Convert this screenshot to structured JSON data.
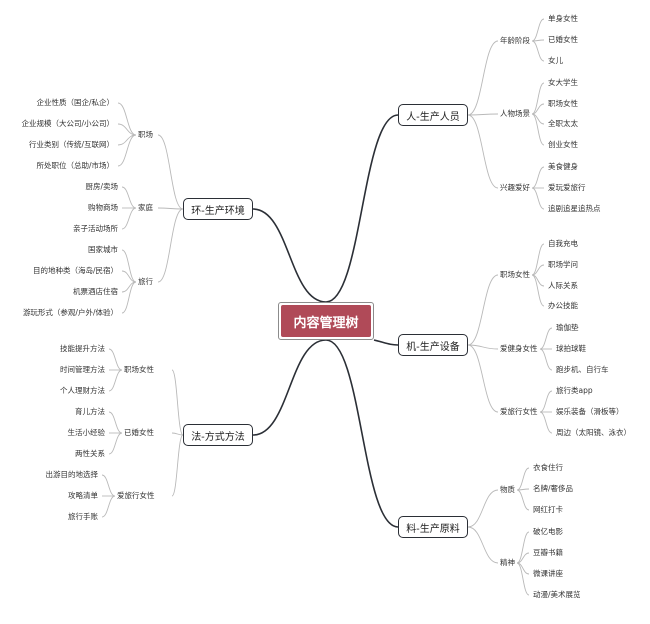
{
  "root": {
    "label": "内容管理树"
  },
  "branches": {
    "people": {
      "label": "人-生产人员",
      "groups": [
        {
          "label": "年龄阶段",
          "items": [
            "单身女性",
            "已婚女性",
            "女儿"
          ]
        },
        {
          "label": "人物场景",
          "items": [
            "女大学生",
            "职场女性",
            "全职太太",
            "创业女性"
          ]
        },
        {
          "label": "兴趣爱好",
          "items": [
            "美食健身",
            "爱玩爱旅行",
            "追剧追星追热点"
          ]
        }
      ]
    },
    "equipment": {
      "label": "机-生产设备",
      "groups": [
        {
          "label": "职场女性",
          "items": [
            "自我充电",
            "职场学问",
            "人际关系",
            "办公技能"
          ]
        },
        {
          "label": "爱健身女性",
          "items": [
            "瑜伽垫",
            "球拍球鞋",
            "跑步机、自行车"
          ]
        },
        {
          "label": "爱旅行女性",
          "items": [
            "旅行类app",
            "娱乐装备（滑板等）",
            "周边（太阳镜、泳衣）"
          ]
        }
      ]
    },
    "materials": {
      "label": "料-生产原料",
      "groups": [
        {
          "label": "物质",
          "items": [
            "衣食住行",
            "名牌/奢侈品",
            "网红打卡"
          ]
        },
        {
          "label": "精神",
          "items": [
            "破亿电影",
            "豆瓣书籍",
            "微课讲座",
            "动漫/美术展览"
          ]
        }
      ]
    },
    "environment": {
      "label": "环-生产环境",
      "groups": [
        {
          "label": "职场",
          "items": [
            "企业性质（国企/私企）",
            "企业规模（大公司/小公司）",
            "行业类别（传统/互联网）",
            "所处职位（总助/市场）"
          ]
        },
        {
          "label": "家庭",
          "items": [
            "厨房/卖场",
            "购物商场",
            "亲子活动场所"
          ]
        },
        {
          "label": "旅行",
          "items": [
            "国家城市",
            "目的地种类（海岛/民宿）",
            "机票酒店住宿",
            "游玩形式（参观/户外/体验）"
          ]
        }
      ]
    },
    "methods": {
      "label": "法-方式方法",
      "groups": [
        {
          "label": "职场女性",
          "items": [
            "技能提升方法",
            "时间管理方法",
            "个人理财方法"
          ]
        },
        {
          "label": "已婚女性",
          "items": [
            "育儿方法",
            "生活小经验",
            "两性关系"
          ]
        },
        {
          "label": "爱旅行女性",
          "items": [
            "出游目的地选择",
            "攻略清单",
            "旅行手账"
          ]
        }
      ]
    }
  }
}
